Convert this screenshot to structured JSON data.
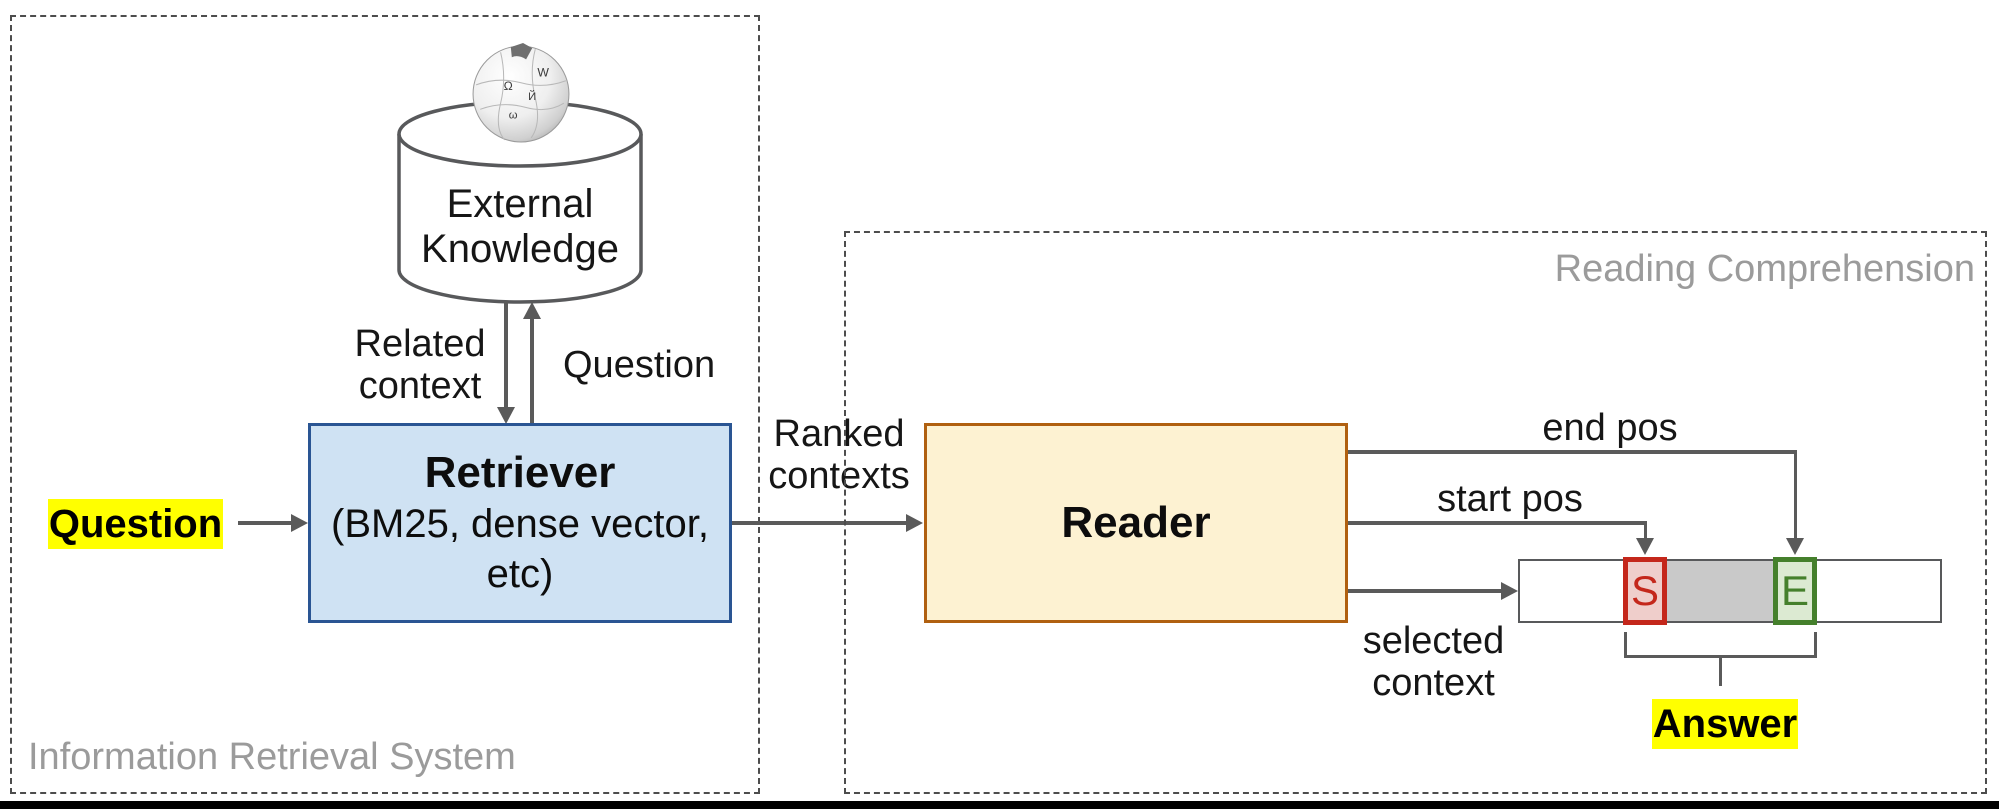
{
  "ir_box": {
    "caption": "Information Retrieval System",
    "knowledge_store_label": "External Knowledge",
    "arrow_down_label": "Related context",
    "arrow_up_label": "Question",
    "input_label": "Question",
    "retriever_title": "Retriever",
    "retriever_subtitle": "(BM25, dense vector, etc)"
  },
  "transfer_label": "Ranked contexts",
  "rc_box": {
    "caption": "Reading Comprehension",
    "reader_title": "Reader",
    "end_pos_label": "end pos",
    "start_pos_label": "start pos",
    "selected_context_label": "selected context",
    "span_start_token": "S",
    "span_end_token": "E",
    "answer_label": "Answer"
  },
  "colors": {
    "highlight": "#ffff00",
    "retriever_fill": "#cfe2f3",
    "retriever_border": "#2a5593",
    "reader_fill": "#fdf2d2",
    "reader_border": "#b06010",
    "span_start_border": "#c4271b",
    "span_start_fill": "#efcecb",
    "span_end_border": "#45802c",
    "span_end_fill": "#dcead2",
    "span_middle_fill": "#c9c9c9",
    "arrow": "#5a5a5a",
    "muted_text": "#9b9b9b"
  }
}
